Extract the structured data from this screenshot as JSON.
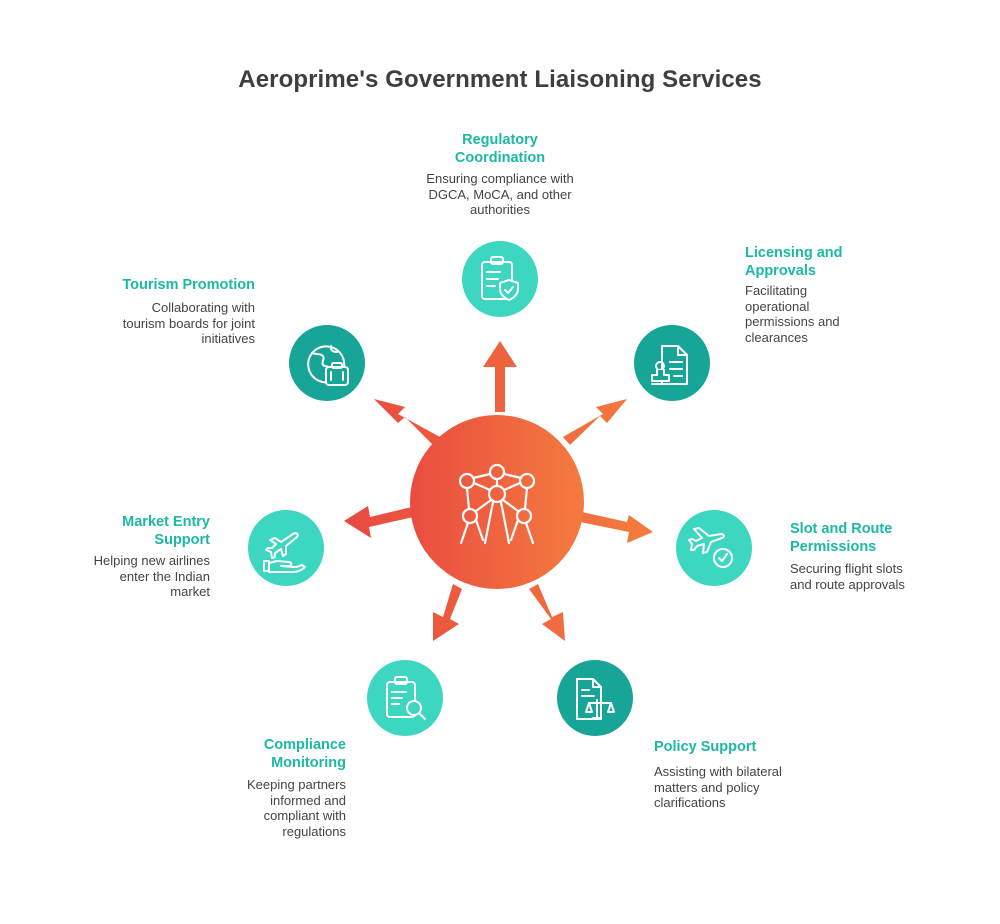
{
  "title": "Aeroprime's Government Liaisoning Services",
  "colors": {
    "teal_light": "#3dd6c1",
    "teal_dark": "#16a596",
    "center_start": "#ea4c40",
    "center_end": "#f47b3e",
    "heading": "#1bb9a3"
  },
  "center": {
    "icon": "atomium-icon"
  },
  "services": [
    {
      "heading": "Regulatory Coordination",
      "description": "Ensuring compliance with DGCA, MoCA, and other authorities",
      "icon": "clipboard-shield-icon"
    },
    {
      "heading": "Licensing and Approvals",
      "description": "Facilitating operational permissions and clearances",
      "icon": "document-stamp-icon"
    },
    {
      "heading": "Slot and Route Permissions",
      "description": "Securing flight slots and route approvals",
      "icon": "plane-check-icon"
    },
    {
      "heading": "Policy Support",
      "description": "Assisting with bilateral matters and policy clarifications",
      "icon": "document-scales-icon"
    },
    {
      "heading": "Compliance Monitoring",
      "description": "Keeping partners informed and compliant with regulations",
      "icon": "clipboard-search-icon"
    },
    {
      "heading": "Market Entry Support",
      "description": "Helping new airlines enter the Indian market",
      "icon": "plane-hand-icon"
    },
    {
      "heading": "Tourism Promotion",
      "description": "Collaborating with tourism boards for joint initiatives",
      "icon": "globe-luggage-icon"
    }
  ]
}
